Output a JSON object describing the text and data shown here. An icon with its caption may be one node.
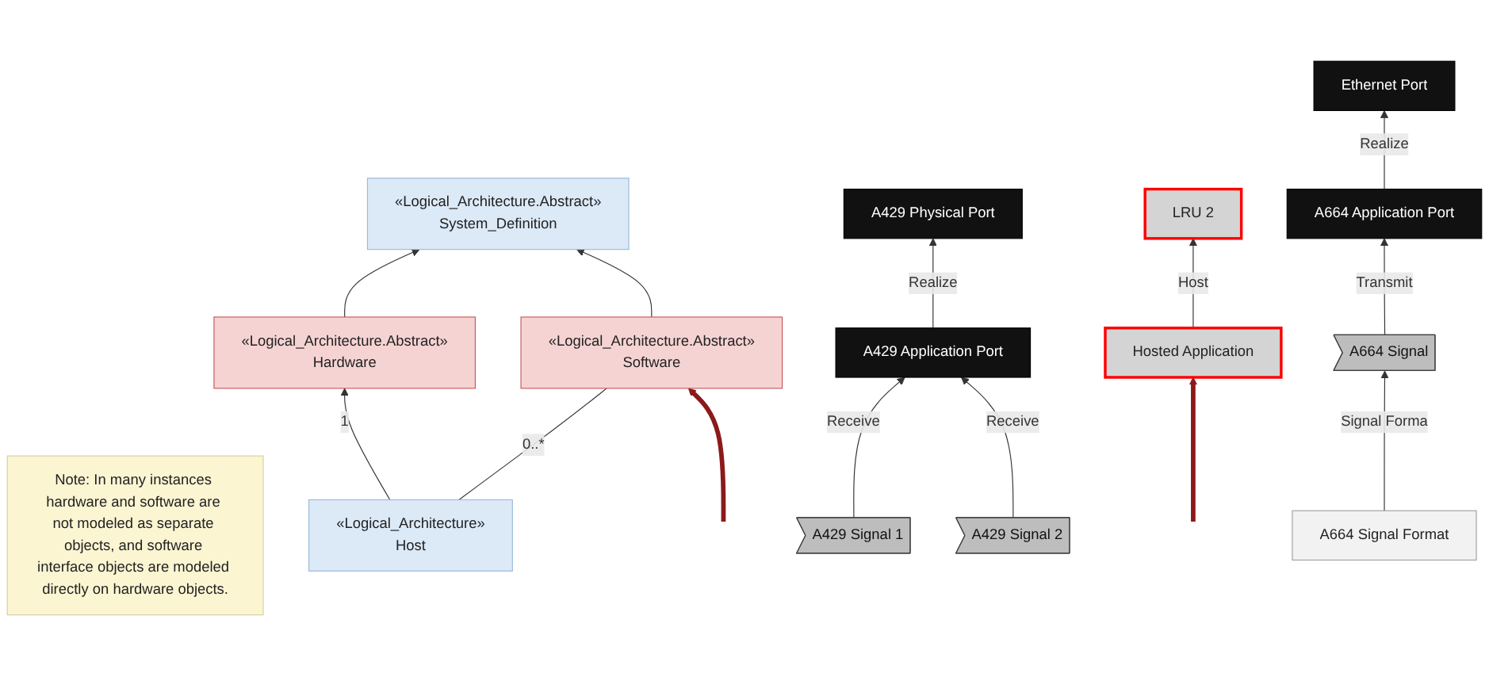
{
  "diagram": {
    "nodes": [
      {
        "text": [
          "«Logical_Architecture.Abstract»",
          "System_Definition"
        ]
      },
      {
        "text": [
          "«Logical_Architecture.Abstract»",
          "Hardware"
        ]
      },
      {
        "text": [
          "«Logical_Architecture.Abstract»",
          "Software"
        ]
      },
      {
        "text": [
          "Note: In many instances hardware and software are not modeled as separate objects, and software interface objects are modeled directly on hardware objects."
        ]
      },
      {
        "text": [
          "«Logical_Architecture»",
          "Host"
        ]
      },
      {
        "text": [
          "A429 Physical Port"
        ]
      },
      {
        "text": [
          "LRU 2"
        ]
      },
      {
        "text": [
          "Ethernet Port"
        ]
      },
      {
        "text": [
          "A429 Application Port"
        ]
      },
      {
        "text": [
          "Hosted Application"
        ]
      },
      {
        "text": [
          "A664 Application Port"
        ]
      },
      {
        "text": [
          "A429 Signal 1"
        ]
      },
      {
        "text": [
          "A429 Signal 2"
        ]
      },
      {
        "text": [
          "A664 Signal"
        ]
      },
      {
        "text": [
          "A664 Signal Format"
        ]
      }
    ],
    "edges": [
      {
        "from": 1,
        "to": 0,
        "arrow": "to"
      },
      {
        "from": 2,
        "to": 0,
        "arrow": "to"
      },
      {
        "from": 4,
        "to": 1,
        "arrow": "to",
        "label": "1"
      },
      {
        "from": 4,
        "to": 2,
        "arrow": "none",
        "label": "0..*"
      },
      {
        "from": null,
        "to": 2,
        "arrow": "to",
        "style": "thick",
        "color": "#8b1a1a"
      },
      {
        "from": 8,
        "to": 5,
        "arrow": "to",
        "label": "Realize"
      },
      {
        "from": 10,
        "to": 7,
        "arrow": "to",
        "label": "Realize"
      },
      {
        "from": 9,
        "to": 6,
        "arrow": "to",
        "label": "Host"
      },
      {
        "from": 11,
        "to": 8,
        "arrow": "to",
        "label": "Receive"
      },
      {
        "from": 12,
        "to": 8,
        "arrow": "to",
        "label": "Receive"
      },
      {
        "from": 13,
        "to": 10,
        "arrow": "to",
        "label": "Transmit"
      },
      {
        "from": 14,
        "to": 13,
        "arrow": "to",
        "label": "Signal Forma"
      },
      {
        "from": null,
        "to": 9,
        "arrow": "to",
        "style": "thick",
        "color": "#8b1a1a"
      }
    ]
  }
}
